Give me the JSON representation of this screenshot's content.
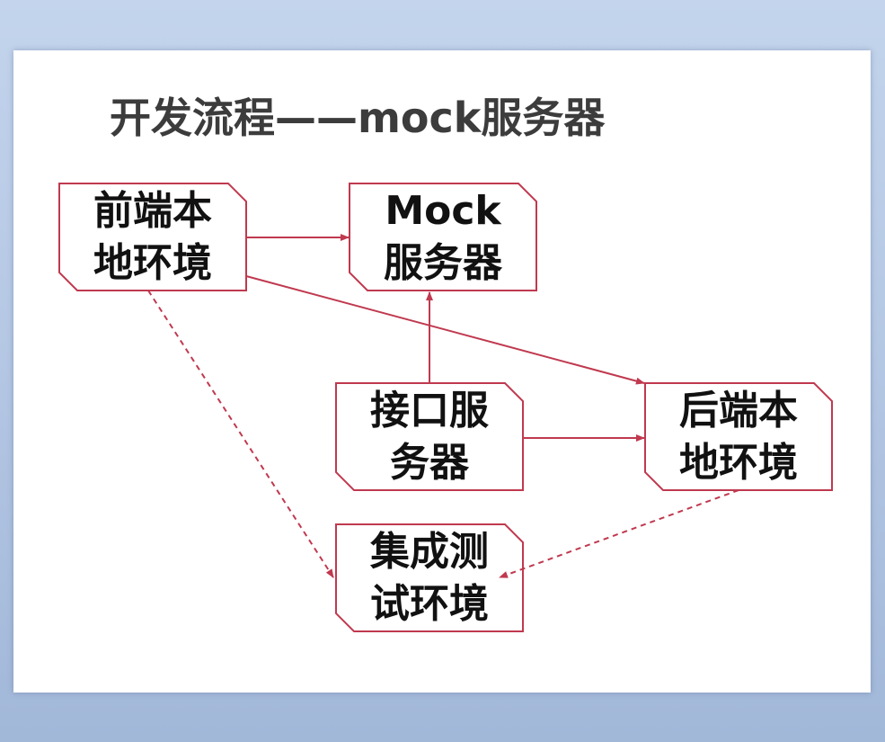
{
  "slide": {
    "title": "开发流程——mock服务器"
  },
  "colors": {
    "box_border": "#c0394f",
    "arrow": "#c0394f",
    "title_text": "#3c3c3c",
    "node_text": "#111111",
    "background_top": "#c3d4ec",
    "background_bottom": "#a2b8d9"
  },
  "nodes": {
    "frontend_local": {
      "line1": "前端本",
      "line2": "地环境"
    },
    "mock_server": {
      "line1": "Mock",
      "line2": "服务器"
    },
    "api_server": {
      "line1": "接口服",
      "line2": "务器"
    },
    "backend_local": {
      "line1": "后端本",
      "line2": "地环境"
    },
    "integration_test": {
      "line1": "集成测",
      "line2": "试环境"
    }
  },
  "edges": [
    {
      "from": "frontend_local",
      "to": "mock_server",
      "style": "solid"
    },
    {
      "from": "frontend_local",
      "to": "backend_local",
      "style": "solid"
    },
    {
      "from": "api_server",
      "to": "mock_server",
      "style": "solid"
    },
    {
      "from": "api_server",
      "to": "backend_local",
      "style": "solid"
    },
    {
      "from": "frontend_local",
      "to": "integration_test",
      "style": "dashed"
    },
    {
      "from": "backend_local",
      "to": "integration_test",
      "style": "dashed"
    }
  ]
}
